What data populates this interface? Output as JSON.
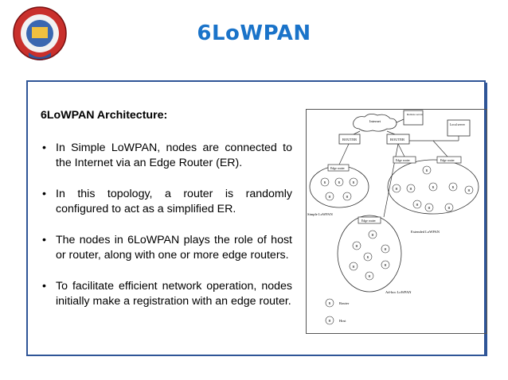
{
  "slide": {
    "title": "6LoWPAN",
    "heading": "6LoWPAN Architecture:",
    "bullets": [
      "In Simple LoWPAN, nodes are connected to the Internet via an Edge Router (ER).",
      "In this topology, a router is randomly configured to act as a simplified ER.",
      "The nodes in 6LoWPAN plays the role of host or router, along with one or more edge routers.",
      "To facilitate efficient network operation, nodes initially make a registration with an edge router."
    ]
  },
  "diagram": {
    "internet": "Internet",
    "remote_server": "Remote server",
    "local_server": "Local server",
    "router_left": "ROUTER",
    "router_right": "ROUTER",
    "edge_router_simple": "Edge router",
    "edge_router_ext_1": "Edge router",
    "edge_router_ext_2": "Edge router",
    "edge_router_adhoc": "Edge router",
    "simple_label": "Simple LoWPAN",
    "extended_label": "Extended LoWPAN",
    "adhoc_label": "Ad-hoc LoWPAN",
    "node_router": "R",
    "node_host": "H",
    "legend_router": "Router",
    "legend_host": "Host"
  },
  "colors": {
    "title": "#1a73c9",
    "frame": "#2f5597"
  }
}
